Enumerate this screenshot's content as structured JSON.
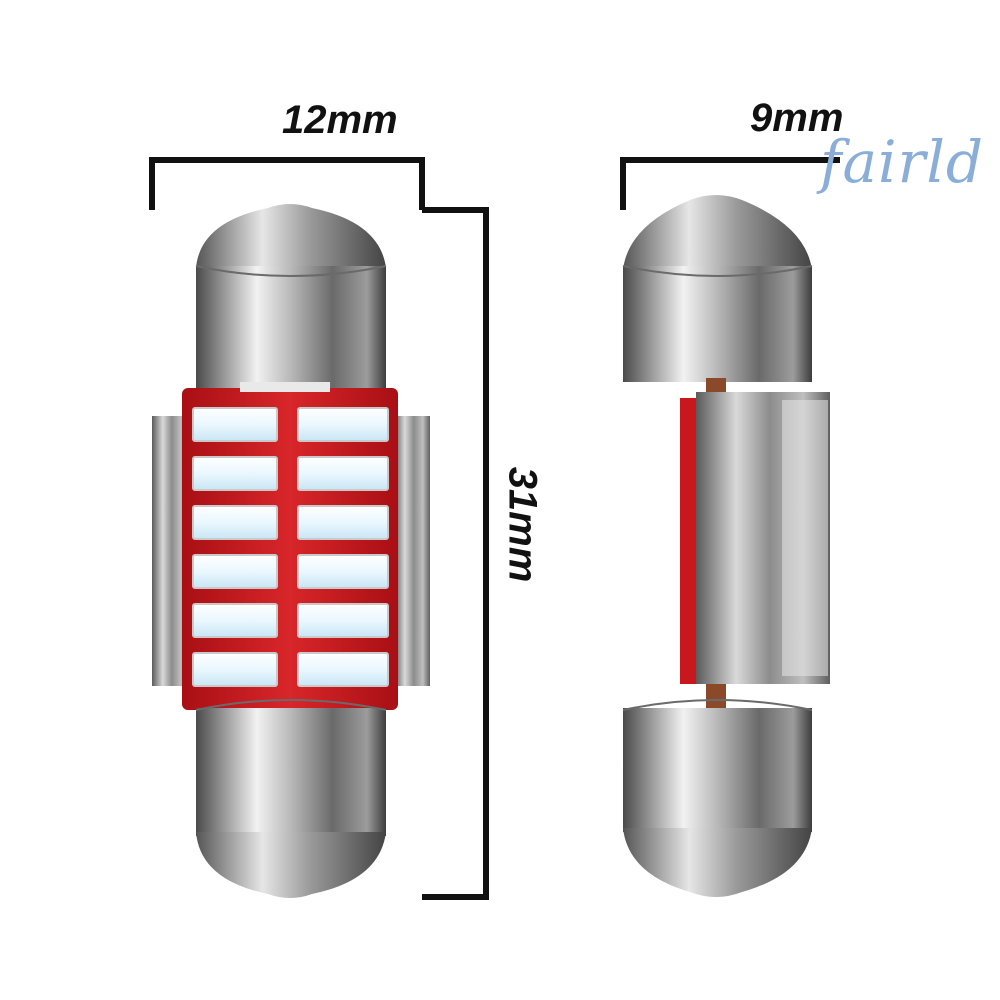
{
  "dimensions": {
    "width_left": "12mm",
    "width_right": "9mm",
    "height": "31mm"
  },
  "watermark": "fairld",
  "led_chips": {
    "rows": 6,
    "columns": 2
  },
  "colors": {
    "pcb": "#c8181e",
    "led": "#f4fbff",
    "metal": "#9a9a9a",
    "dimension_lines": "#111111",
    "watermark": "#8aaed8"
  }
}
